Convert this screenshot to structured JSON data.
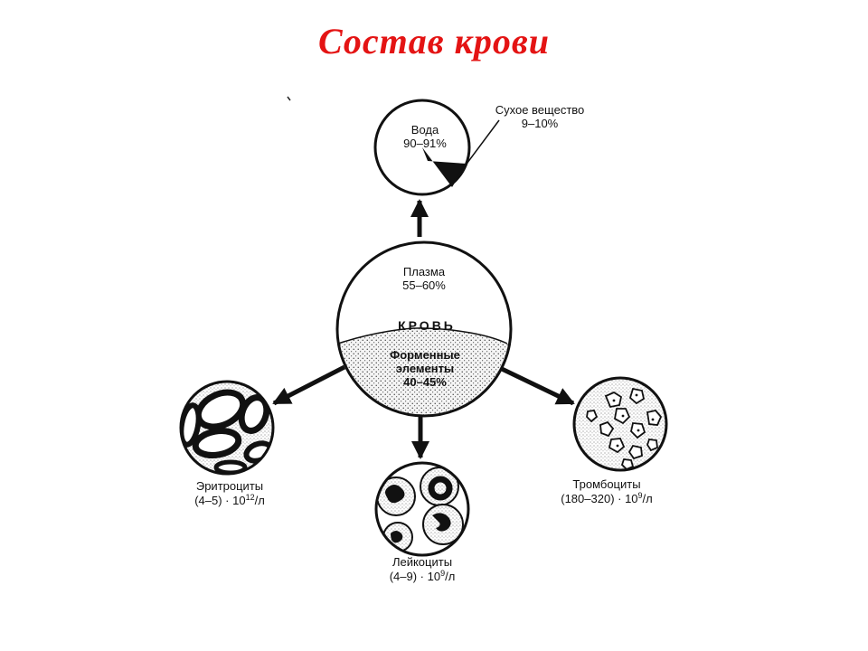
{
  "colors": {
    "title": "#e41414",
    "ink": "#111111"
  },
  "title": "Состав крови",
  "plasma_composition": {
    "water": {
      "label": "Вода",
      "value": "90–91%"
    },
    "dry": {
      "label": "Сухое вещество",
      "value": "9–10%"
    }
  },
  "blood": {
    "plasma": {
      "label": "Плазма",
      "value": "55–60%"
    },
    "name": "КРОВЬ",
    "formed": {
      "label_line1": "Форменные",
      "label_line2": "элементы",
      "value": "40–45%"
    }
  },
  "cells": {
    "erythrocytes": {
      "label": "Эритроциты",
      "count_base": "(4–5) · 10",
      "count_exp": "12",
      "count_unit": "/л"
    },
    "leukocytes": {
      "label": "Лейкоциты",
      "count_base": "(4–9) · 10",
      "count_exp": "9",
      "count_unit": "/л"
    },
    "platelets": {
      "label": "Тромбоциты",
      "count_base": "(180–320) · 10",
      "count_exp": "9",
      "count_unit": "/л"
    }
  }
}
